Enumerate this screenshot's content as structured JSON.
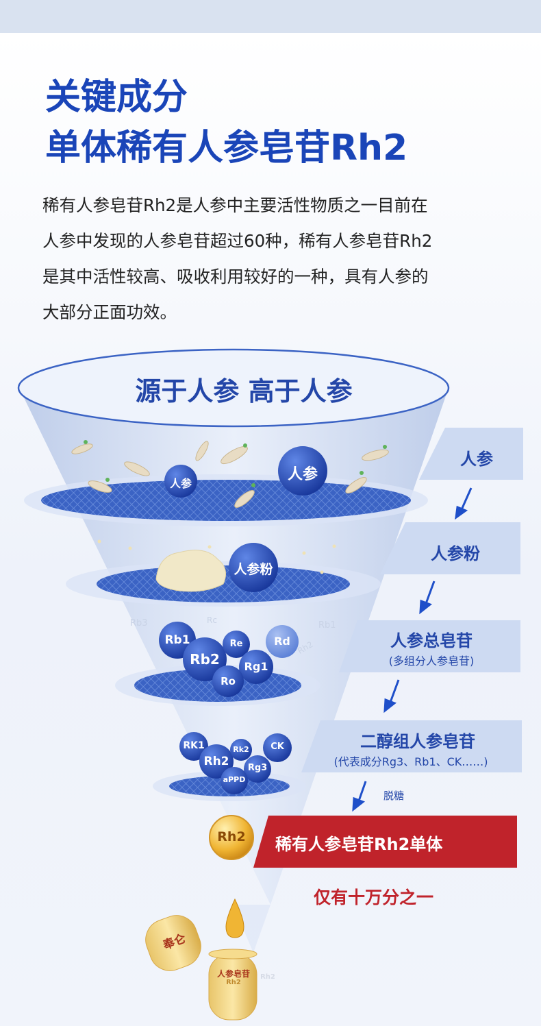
{
  "title_line1": "关键成分",
  "title_line2": "单体稀有人参皂苷Rh2",
  "description": [
    "稀有人参皂苷Rh2是人参中主要活性物质之一目前在",
    "人参中发现的人参皂苷超过60种，稀有人参皂苷Rh2",
    "是其中活性较高、吸收利用较好的一种，具有人参的",
    "大部分正面功效。"
  ],
  "funnel_heading": "源于人参 高于人参",
  "stages": [
    {
      "label": "人参"
    },
    {
      "label": "人参粉"
    },
    {
      "label": "人参总皂苷",
      "sub": "(多组分人参皂苷)"
    },
    {
      "label": "二醇组人参皂苷",
      "sub": "(代表成分Rg3、Rb1、CK……)"
    }
  ],
  "deglycosylation": "脱糖",
  "final_stage": "稀有人参皂苷Rh2单体",
  "rarity_note": "仅有十万分之一",
  "balls": {
    "ginseng_small": "人参",
    "ginseng_large": "人参",
    "powder": "人参粉",
    "rb1": "Rb1",
    "rb2": "Rb2",
    "re": "Re",
    "rd": "Rd",
    "rg1": "Rg1",
    "ro": "Ro",
    "rk1": "RK1",
    "rh2": "Rh2",
    "rk2": "Rk2",
    "ck": "CK",
    "rg3": "Rg3",
    "appd": "aPPD",
    "final": "Rh2"
  },
  "faded_labels": {
    "rb3": "Rb3",
    "rc": "Rc",
    "rb1": "Rb1",
    "rh2": "Rh2"
  },
  "capsule": {
    "cap_text": "奉仑",
    "body_text": "人参皂苷",
    "body_small": "Rh2",
    "side_small": "Rh2"
  },
  "colors": {
    "title_blue": "#1a45b8",
    "label_blue": "#2346a8",
    "red_accent": "#c0232b",
    "gold": "#f0b534"
  }
}
